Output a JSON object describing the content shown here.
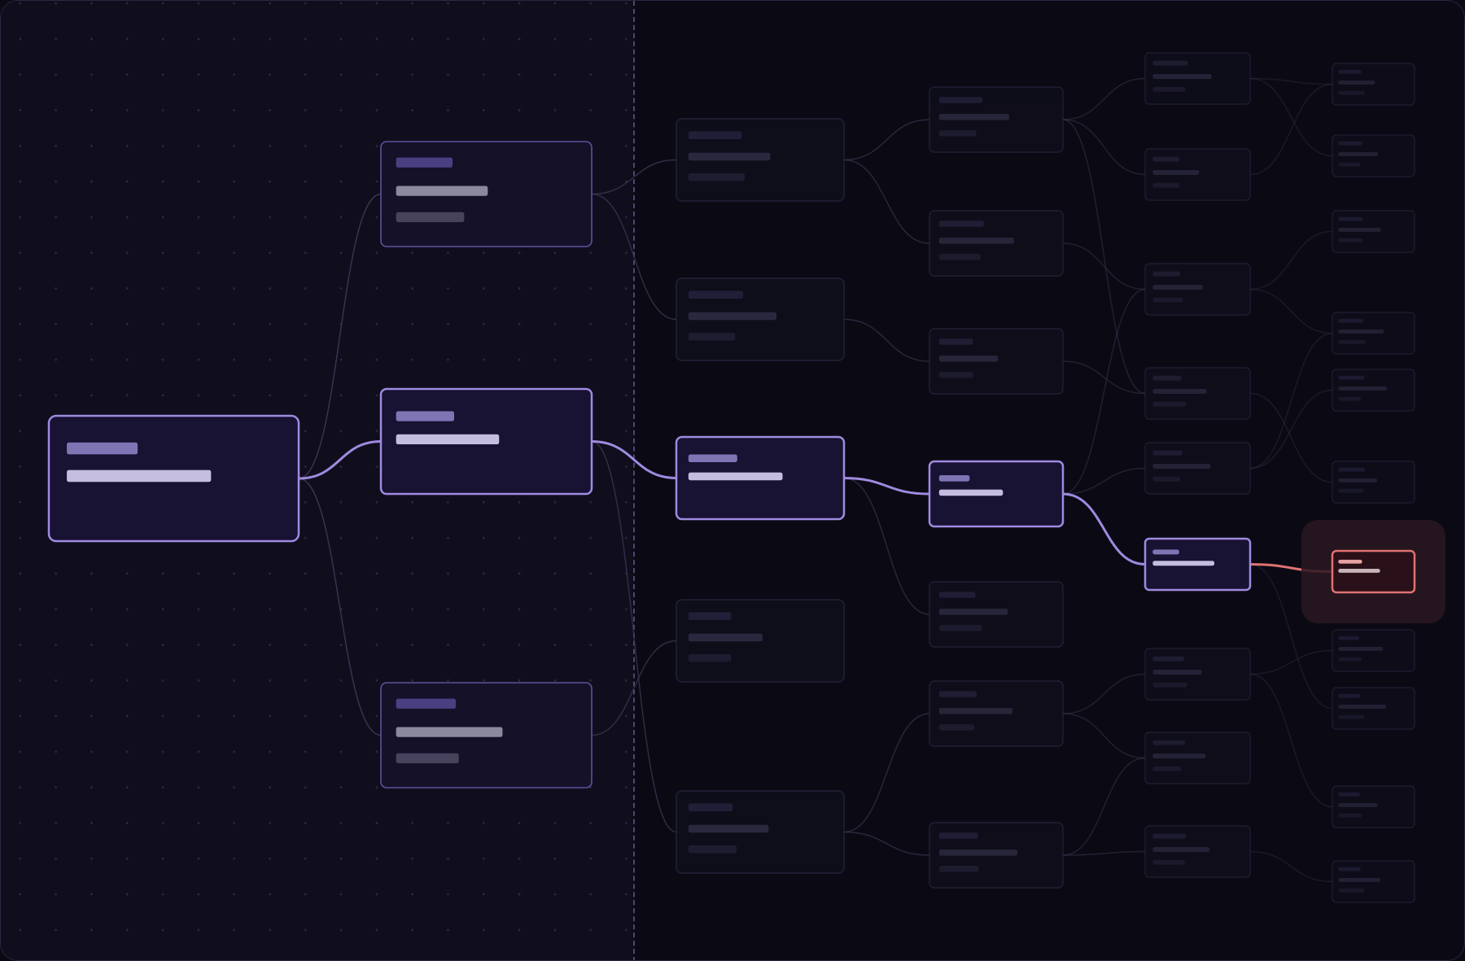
{
  "colors": {
    "background": "#0b0a14",
    "panel": "#100e1d",
    "active_stroke": "#9f8ae0",
    "active_fill": "#181233",
    "primary_stroke": "#5f519e",
    "primary_fill": "#151129",
    "muted_stroke": "#25233a",
    "muted_fill": "#0f0e1b",
    "alert_stroke": "#e07272",
    "alert_fill": "#2a1018",
    "alert_halo": "#2a1820",
    "edge_active": "#9f8ae0",
    "edge_alert": "#e07272",
    "edge_muted": "#3a3550"
  },
  "tree": {
    "root": "n0",
    "target": "r7",
    "active_path": [
      "n0",
      "a2",
      "b3",
      "c4",
      "d6",
      "r7"
    ],
    "levels": [
      [
        "n0"
      ],
      [
        "a1",
        "a2",
        "a3"
      ],
      [
        "b1",
        "b2",
        "b3",
        "b4",
        "b5"
      ],
      [
        "c1",
        "c2",
        "c3",
        "c4",
        "c5",
        "c6",
        "c7"
      ],
      [
        "d1",
        "d2",
        "d3",
        "d4",
        "d5",
        "d6",
        "d7",
        "d8",
        "d9"
      ],
      [
        "r1",
        "r2",
        "r3",
        "r4",
        "r5",
        "r6",
        "r7",
        "r8",
        "r9",
        "r10",
        "r11"
      ]
    ],
    "edges": [
      [
        "n0",
        "a1"
      ],
      [
        "n0",
        "a2"
      ],
      [
        "n0",
        "a3"
      ],
      [
        "a1",
        "b1"
      ],
      [
        "a1",
        "b2"
      ],
      [
        "a2",
        "b3"
      ],
      [
        "a2",
        "b5"
      ],
      [
        "a3",
        "b4"
      ],
      [
        "b1",
        "c1"
      ],
      [
        "b1",
        "c2"
      ],
      [
        "b2",
        "c3"
      ],
      [
        "b3",
        "c4"
      ],
      [
        "b3",
        "c5"
      ],
      [
        "b5",
        "c6"
      ],
      [
        "b5",
        "c7"
      ],
      [
        "c1",
        "d1"
      ],
      [
        "c1",
        "d2"
      ],
      [
        "c1",
        "d4"
      ],
      [
        "c2",
        "d3"
      ],
      [
        "c3",
        "d4"
      ],
      [
        "c4",
        "d3"
      ],
      [
        "c4",
        "d5"
      ],
      [
        "c4",
        "d6"
      ],
      [
        "c6",
        "d7"
      ],
      [
        "c6",
        "d8"
      ],
      [
        "c7",
        "d8"
      ],
      [
        "c7",
        "d9"
      ],
      [
        "d1",
        "r1"
      ],
      [
        "d1",
        "r2"
      ],
      [
        "d2",
        "r1"
      ],
      [
        "d3",
        "r3"
      ],
      [
        "d3",
        "r4"
      ],
      [
        "d4",
        "r6"
      ],
      [
        "d5",
        "r4"
      ],
      [
        "d5",
        "r5"
      ],
      [
        "d6",
        "r7"
      ],
      [
        "d6",
        "r9"
      ],
      [
        "d7",
        "r8"
      ],
      [
        "d7",
        "r10"
      ],
      [
        "d9",
        "r11"
      ]
    ]
  }
}
